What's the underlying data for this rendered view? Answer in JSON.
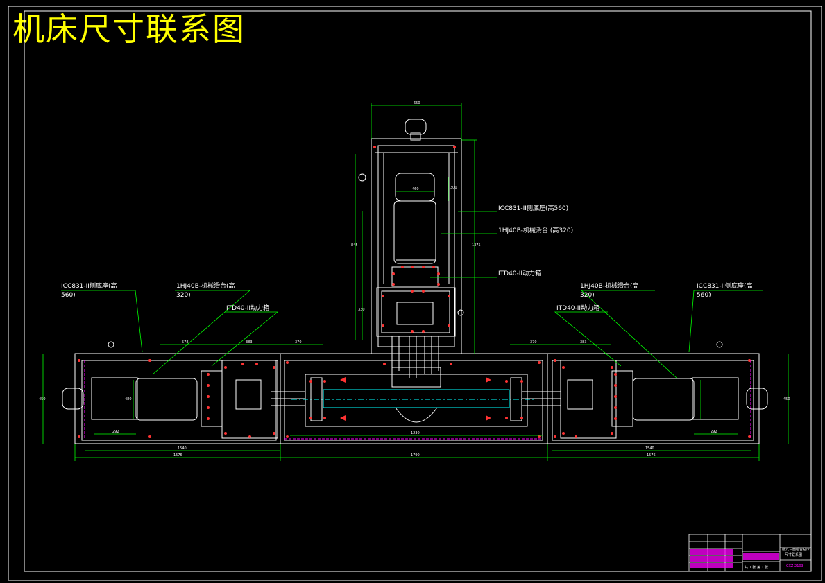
{
  "title": "机床尺寸联系图",
  "colors": {
    "background": "#000000",
    "frame": "#ffffff",
    "title": "#ffff00",
    "leader": "#00ff00",
    "dimension": "#00ff00",
    "geometry": "#ffffff",
    "bolt": "#ff3333",
    "hidden": "#ff00ff",
    "centerline": "#00ffff",
    "titleblock": "#ff00ff"
  },
  "labels": {
    "center_base": "ICC831-II侧底座(高560)",
    "center_slide": "1HJ40B-机械滑台 (高320)",
    "center_power": "ITD40-II动力箱",
    "left_base_1": "ICC831-II侧底座(高",
    "left_base_2": "560)",
    "left_slide_1": "1HJ40B-机械滑台(高",
    "left_slide_2": "320)",
    "left_power": "ITD40-II动力箱",
    "right_slide_1": "1HJ40B-机械滑台(高",
    "right_slide_2": "320)",
    "right_power": "ITD40-II动力箱",
    "right_base_1": "ICC831-II侧底座(高",
    "right_base_2": "560)"
  },
  "dimensions": {
    "top_width": "650",
    "motor_width": "460",
    "motor_height": "300",
    "center_height_a": "1375",
    "center_height_b": "845",
    "center_height_c": "330",
    "left_578": "578",
    "left_383": "383",
    "left_370": "370",
    "left_height": "450",
    "left_motor_h": "480",
    "left_292": "292",
    "left_1540": "1540",
    "left_1576": "1576",
    "mid_1230": "1230",
    "mid_1790": "1790",
    "right_370": "370",
    "right_383": "383",
    "right_1540": "1540",
    "right_1576": "1576",
    "right_292": "292",
    "right_height": "450"
  },
  "titleblock": {
    "name": "卧式三面组合钻床",
    "subtitle": "尺寸联系图",
    "code": "CXZ-2103",
    "sheet": "共 1 张  第 1 张"
  }
}
